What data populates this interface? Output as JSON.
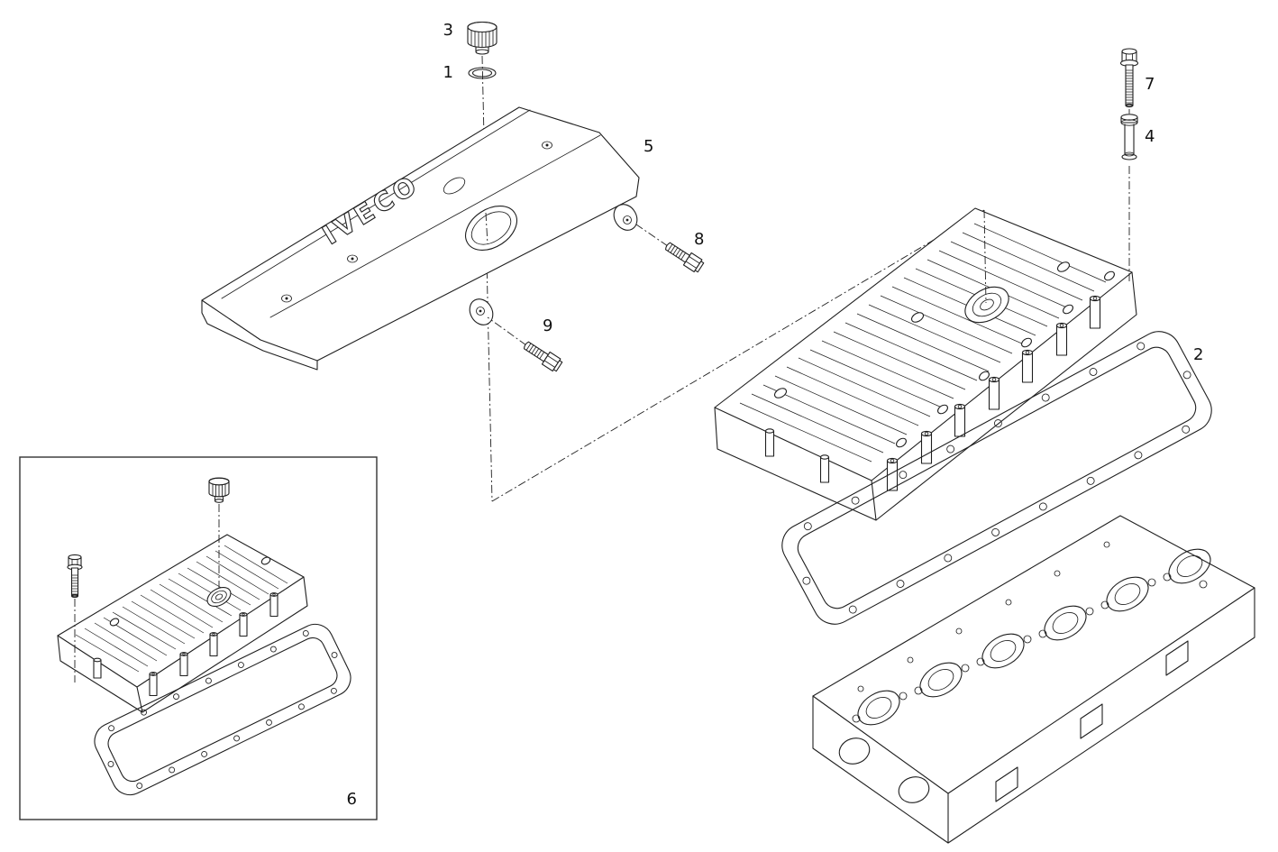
{
  "page": {
    "background": "#ffffff",
    "line_color": "#1f1f1f"
  },
  "diagram": {
    "type": "exploded-parts-diagram",
    "subject": "cylinder-head-cover-assembly",
    "brand_text": "IVECO",
    "labels": {
      "part1": "1",
      "part2": "2",
      "part3": "3",
      "part4": "4",
      "part5": "5",
      "part6": "6",
      "part7": "7",
      "part8": "8",
      "part9": "9"
    }
  }
}
